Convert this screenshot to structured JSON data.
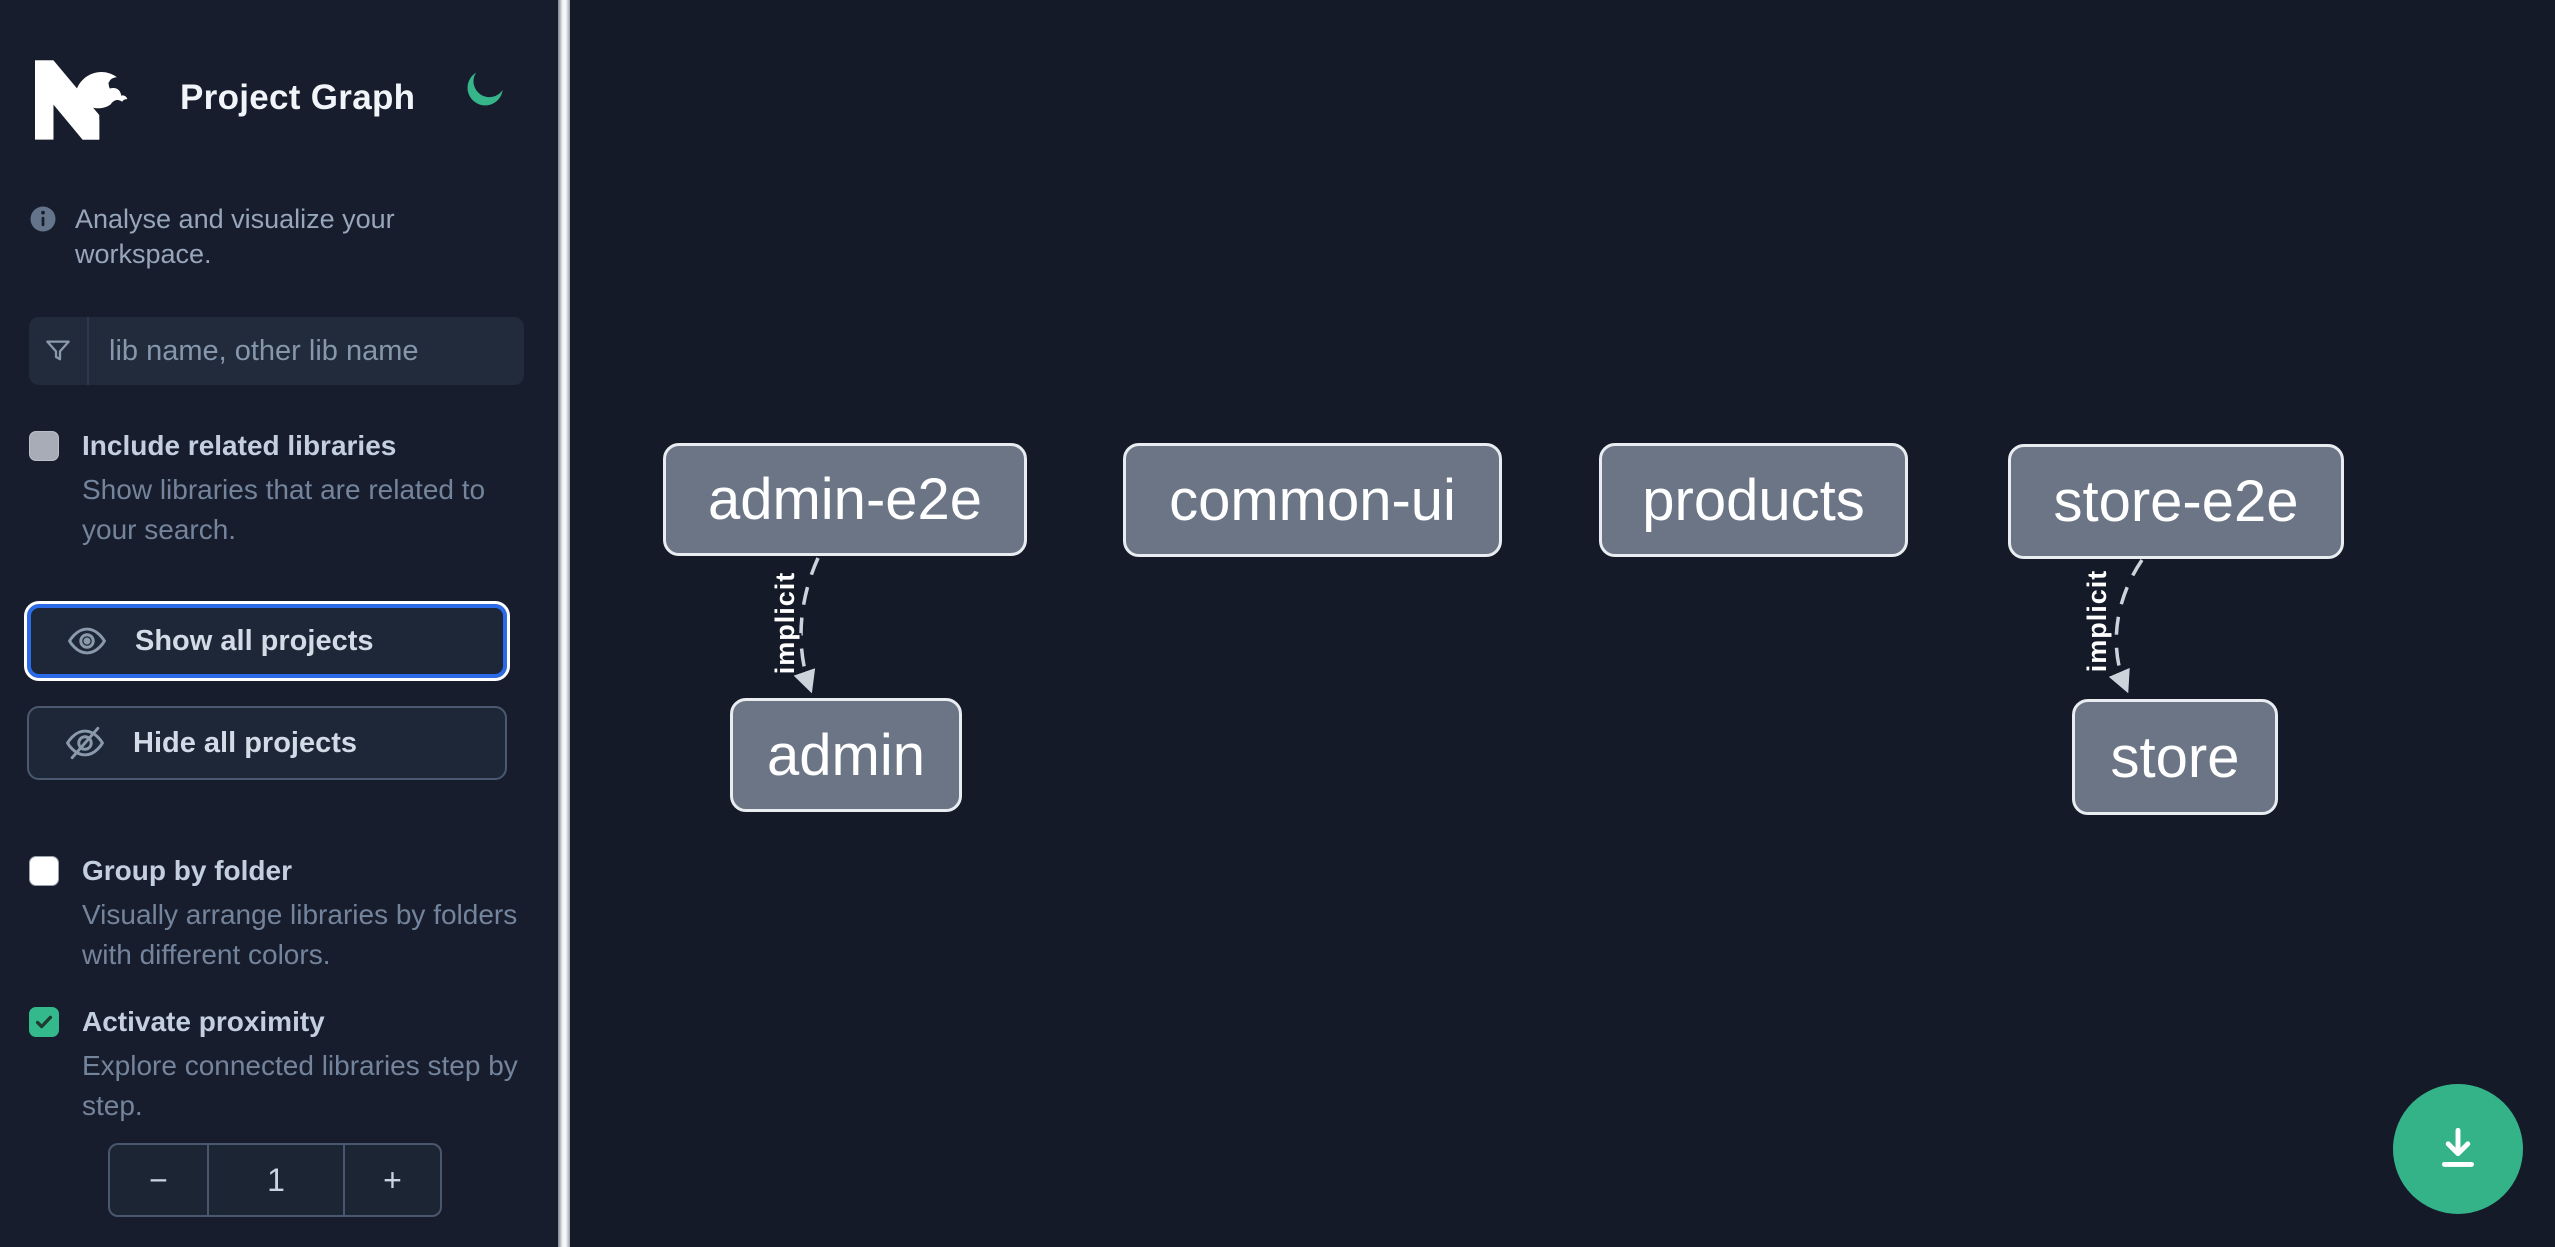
{
  "header": {
    "app_name": "Nx",
    "title": "Project Graph"
  },
  "sidebar": {
    "info_text": "Analyse and visualize your workspace.",
    "filter": {
      "placeholder": "lib name, other lib name",
      "icon": "funnel-icon"
    },
    "toggles": [
      {
        "id": "include-related-libraries",
        "label": "Include related libraries",
        "description": "Show libraries that are related to your search.",
        "checked": false
      },
      {
        "id": "group-by-folder",
        "label": "Group by folder",
        "description": "Visually arrange libraries by folders with different colors.",
        "checked": false
      },
      {
        "id": "activate-proximity",
        "label": "Activate proximity",
        "description": "Explore connected libraries step by step.",
        "checked": true
      }
    ],
    "buttons": [
      {
        "id": "show-all-projects",
        "label": "Show all projects",
        "icon": "eye-icon",
        "focused": true
      },
      {
        "id": "hide-all-projects",
        "label": "Hide all projects",
        "icon": "eye-off-icon",
        "focused": false
      }
    ],
    "stepper": {
      "decrement": "−",
      "value": "1",
      "increment": "+"
    }
  },
  "graph": {
    "nodes": [
      {
        "id": "admin-e2e",
        "label": "admin-e2e"
      },
      {
        "id": "common-ui",
        "label": "common-ui"
      },
      {
        "id": "products",
        "label": "products"
      },
      {
        "id": "store-e2e",
        "label": "store-e2e"
      },
      {
        "id": "admin",
        "label": "admin"
      },
      {
        "id": "store",
        "label": "store"
      }
    ],
    "edges": [
      {
        "source": "admin-e2e",
        "target": "admin",
        "label": "implicit",
        "style": "dashed"
      },
      {
        "source": "store-e2e",
        "target": "store",
        "label": "implicit",
        "style": "dashed"
      }
    ]
  },
  "fab": {
    "icon": "download-icon"
  },
  "colors": {
    "accent_teal": "#34b98c",
    "focus_blue": "#2b6be8",
    "node_fill": "#6b7585",
    "node_border": "#e9ecf0",
    "sidebar_bg": "#171d2c",
    "canvas_bg": "#141a28",
    "divider": "#f5f6f8"
  }
}
